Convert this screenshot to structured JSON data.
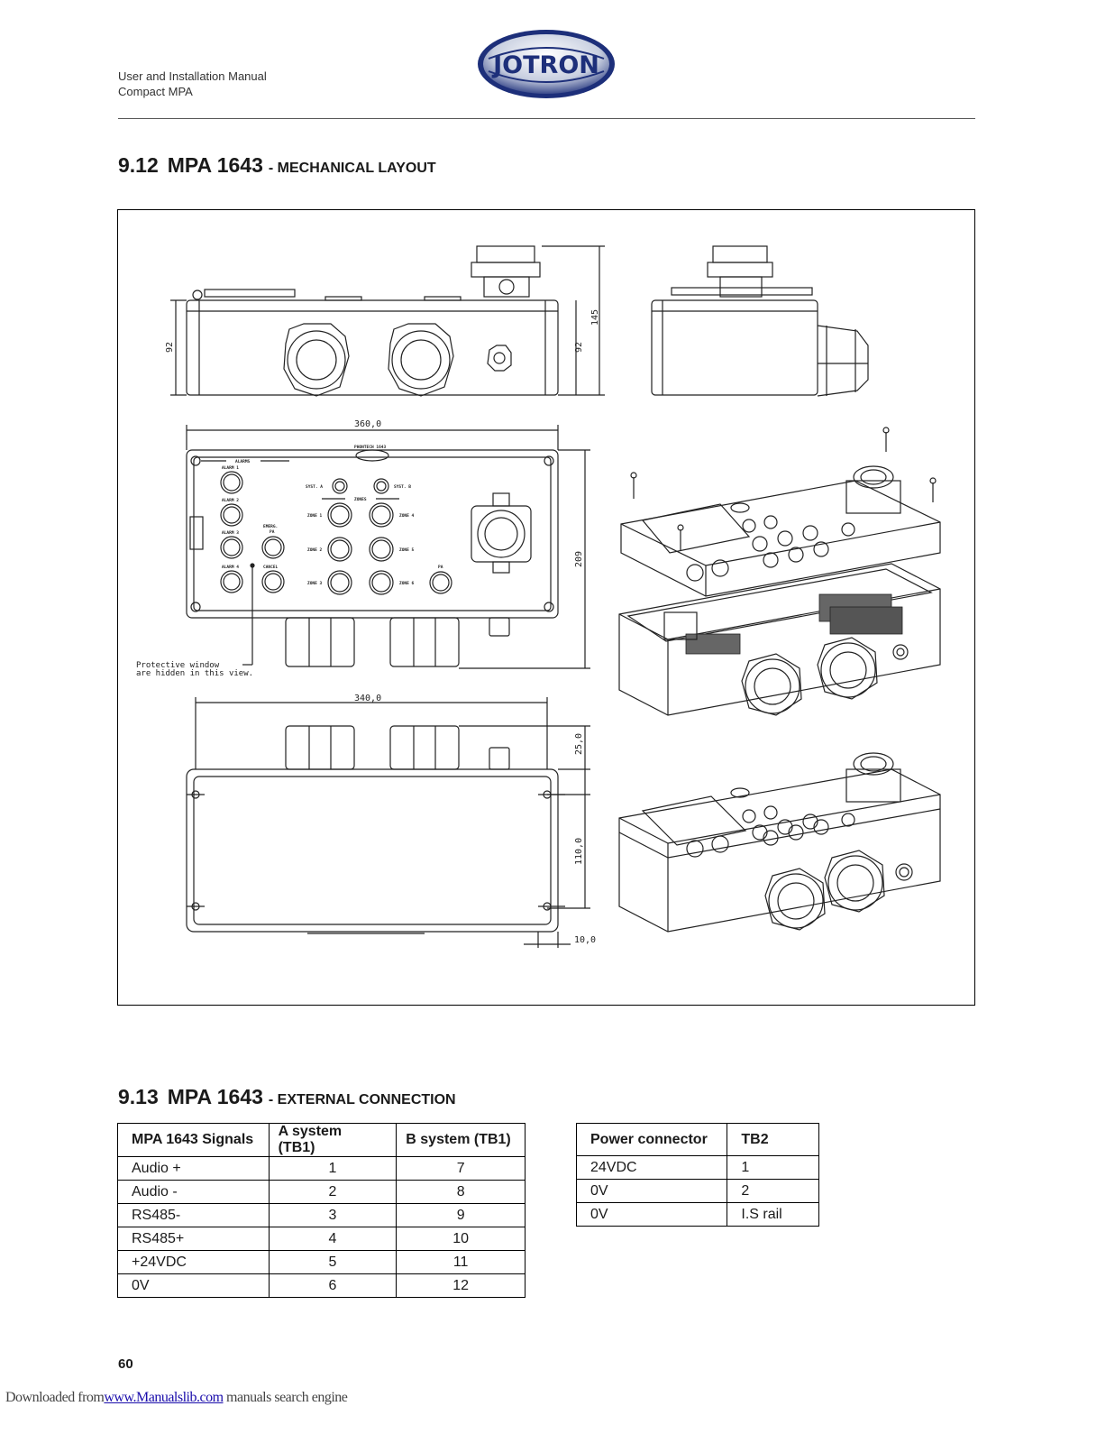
{
  "header": {
    "manual_line1": "User and Installation Manual",
    "manual_line2": "Compact MPA",
    "logo_text": "JOTRON"
  },
  "section1": {
    "number": "9.12",
    "name": "MPA 1643",
    "subtitle": "- MECHANICAL LAYOUT"
  },
  "drawing": {
    "dim_92_left": "92",
    "dim_92_right": "92",
    "dim_145": "145",
    "dim_360": "360,0",
    "dim_209": "209",
    "dim_340": "340,0",
    "dim_25": "25,0",
    "dim_110": "110,0",
    "dim_10": "10,0",
    "note_line1": "Protective window",
    "note_line2": "are hidden in this view.",
    "panel_title": "PHONTECH 1643",
    "alarms_label": "ALARMS",
    "zones_label": "ZONES",
    "alarm1": "ALARM 1",
    "alarm2": "ALARM 2",
    "alarm3": "ALARM 3",
    "alarm4": "ALARM 4",
    "syst_a": "SYST. A",
    "syst_b": "SYST. B",
    "emerg_pa_1": "EMERG.",
    "emerg_pa_2": "PA",
    "cancel": "CANCEL",
    "pa": "PA",
    "zone1": "ZONE 1",
    "zone2": "ZONE 2",
    "zone3": "ZONE 3",
    "zone4": "ZONE 4",
    "zone5": "ZONE 5",
    "zone6": "ZONE 6"
  },
  "section2": {
    "number": "9.13",
    "name": "MPA 1643",
    "subtitle": "- EXTERNAL CONNECTION"
  },
  "signals_table": {
    "headers": [
      "MPA 1643 Signals",
      "A system (TB1)",
      "B system (TB1)"
    ],
    "rows": [
      [
        "Audio +",
        "1",
        "7"
      ],
      [
        "Audio -",
        "2",
        "8"
      ],
      [
        "RS485-",
        "3",
        "9"
      ],
      [
        "RS485+",
        "4",
        "10"
      ],
      [
        "+24VDC",
        "5",
        "11"
      ],
      [
        "0V",
        "6",
        "12"
      ]
    ]
  },
  "power_table": {
    "headers": [
      "Power connector",
      "TB2"
    ],
    "rows": [
      [
        "24VDC",
        "1"
      ],
      [
        "0V",
        "2"
      ],
      [
        "0V",
        "I.S rail"
      ]
    ]
  },
  "page_number": "60",
  "footer": {
    "prefix": "Downloaded from",
    "link": "www.Manualslib.com",
    "suffix": " manuals search engine"
  }
}
